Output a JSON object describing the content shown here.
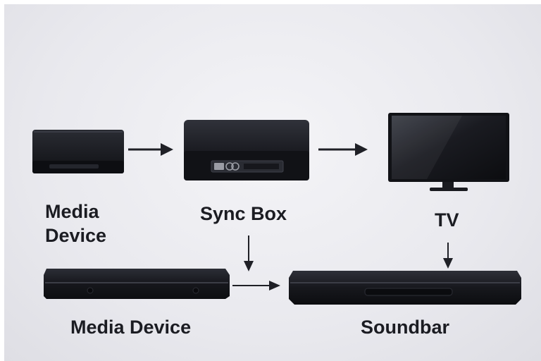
{
  "labels": {
    "media_device_top": "Media Device",
    "sync_box": "Sync Box",
    "tv": "TV",
    "media_device_bottom": "Media Device",
    "soundbar": "Soundbar"
  },
  "icons": {
    "media_device_top": "streaming-box-icon",
    "sync_box": "sync-box-icon",
    "tv": "television-icon",
    "media_device_bottom": "slim-soundbar-device-icon",
    "soundbar": "soundbar-icon",
    "arrows": "arrow-icon"
  },
  "colors": {
    "device_body": "#15161b",
    "device_edge": "#2c2e36",
    "arrow": "#1f2026",
    "label_text": "#1b1c22",
    "background": "#ececf0"
  }
}
